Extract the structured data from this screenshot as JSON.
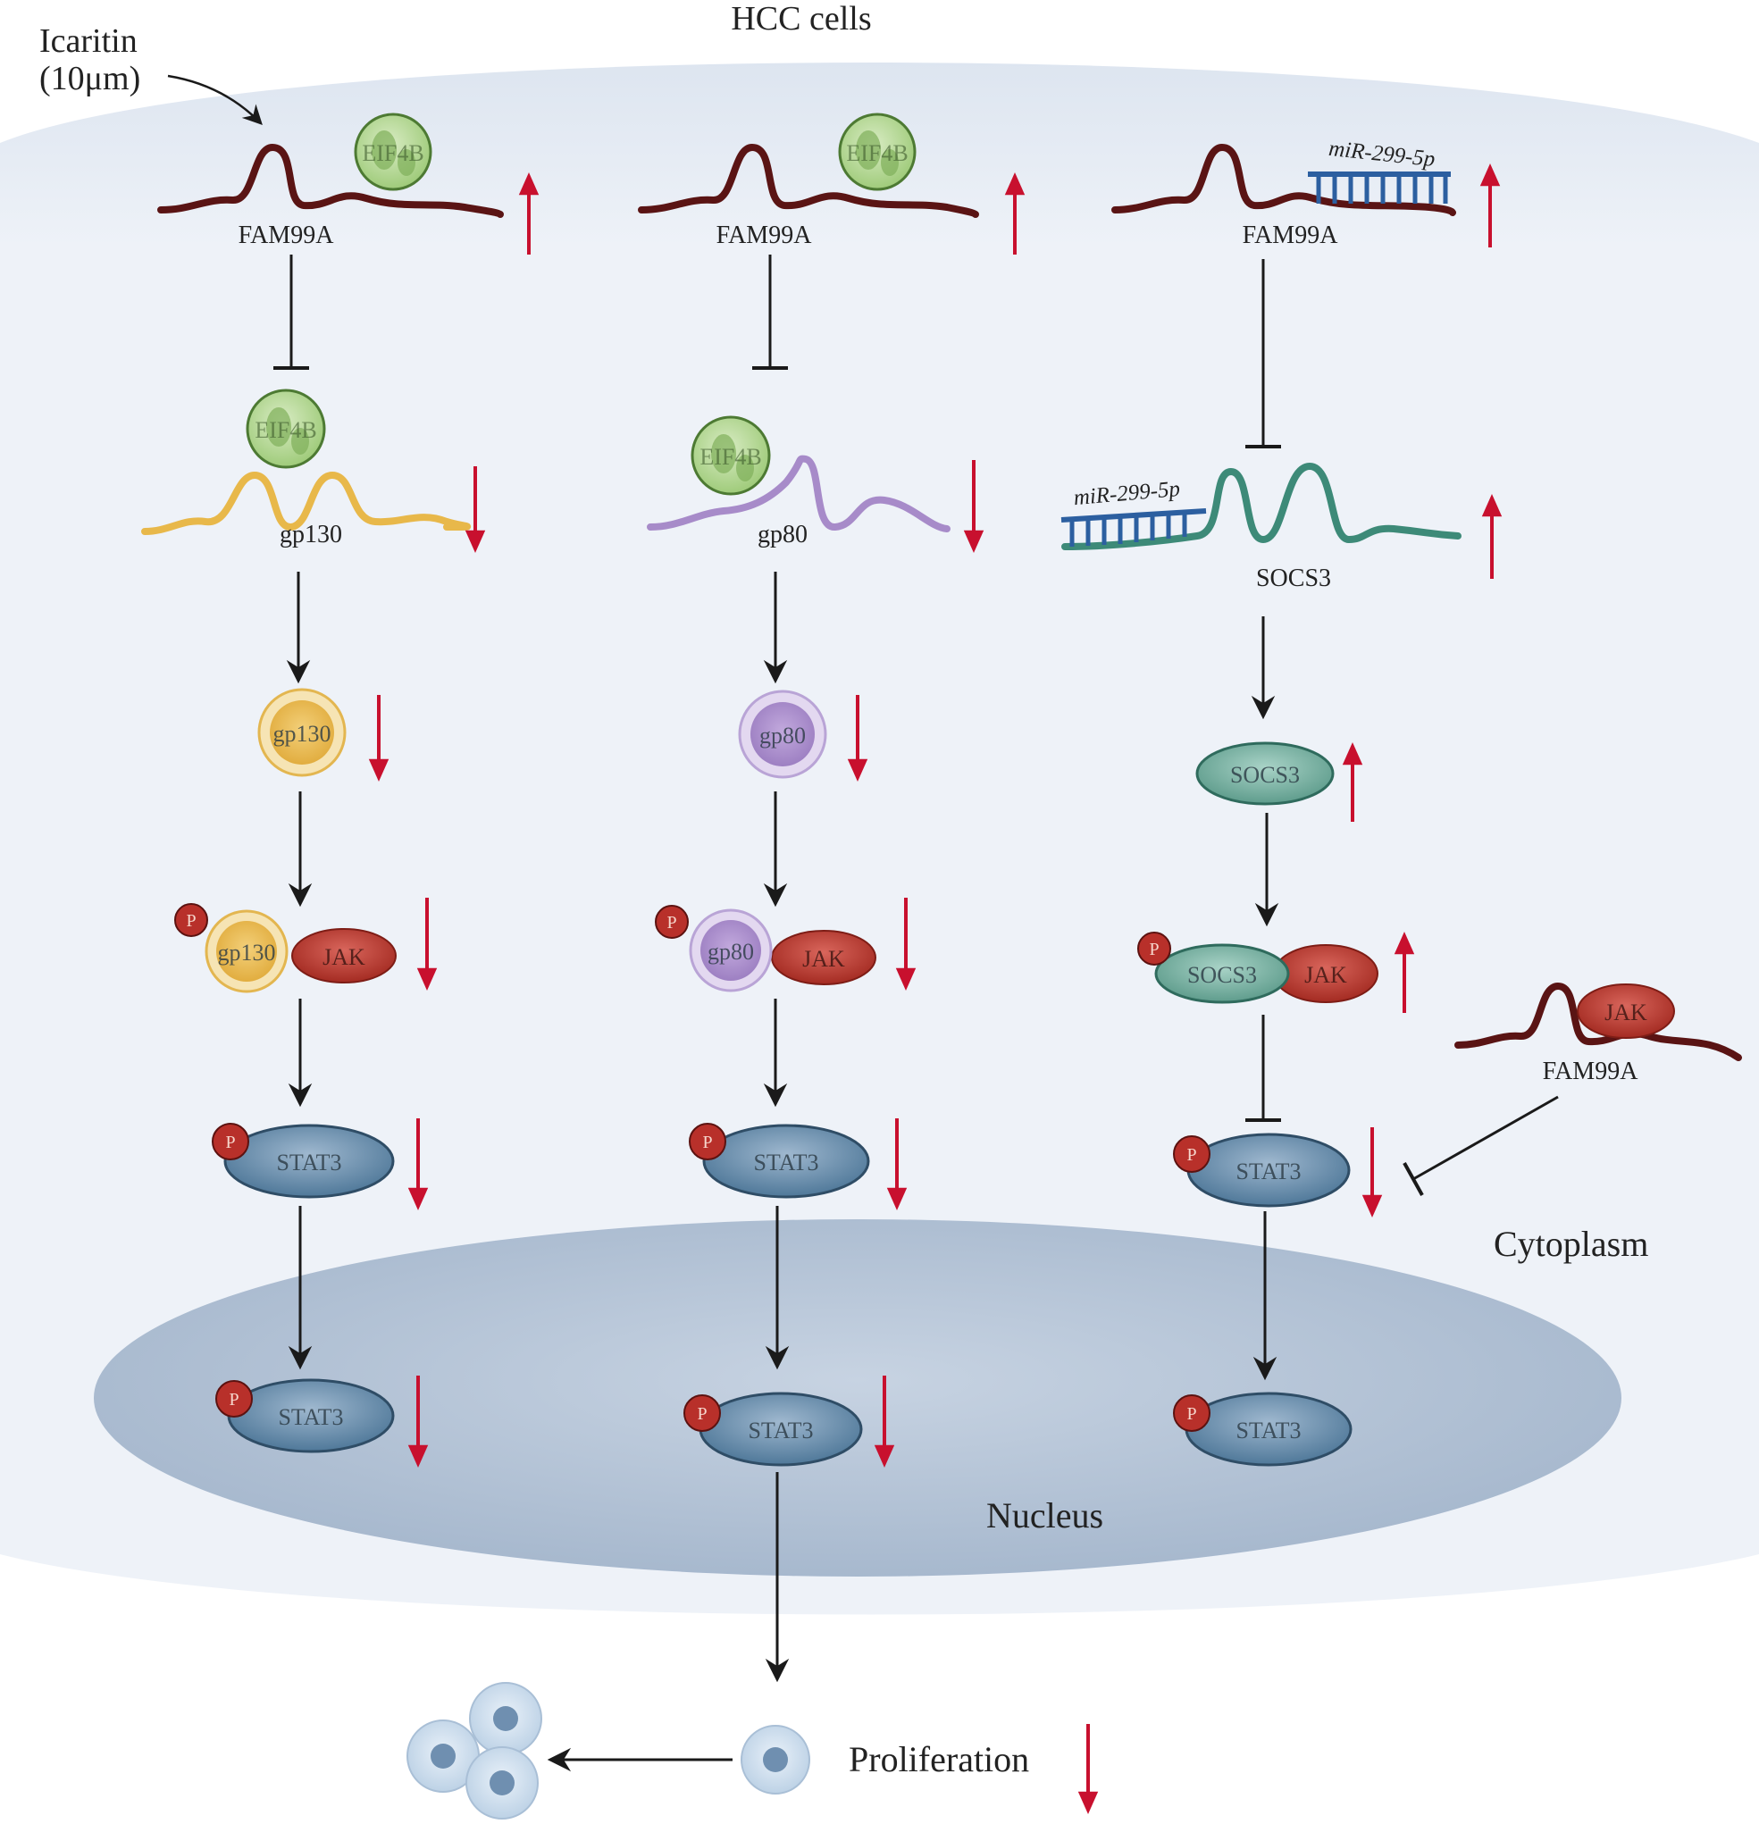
{
  "title": "HCC cells",
  "drug": {
    "line1": "Icaritin",
    "line2": "(10μm)"
  },
  "regions": {
    "cytoplasm": "Cytoplasm",
    "nucleus": "Nucleus"
  },
  "phospho_label": "P",
  "pathways": [
    {
      "lncrna": "FAM99A",
      "binder": "EIF4B",
      "lncrna_change": "up",
      "target_mrna": "gp130",
      "target_mrna_change": "down",
      "protein": "gp130",
      "protein_change": "down",
      "complex_protein": "gp130",
      "complex_kinase": "JAK",
      "complex_change": "down",
      "stat": "STAT3",
      "stat_change": "down",
      "nuclear_stat": "STAT3",
      "nuclear_change": "down"
    },
    {
      "lncrna": "FAM99A",
      "binder": "EIF4B",
      "lncrna_change": "up",
      "target_mrna": "gp80",
      "target_mrna_change": "down",
      "protein": "gp80",
      "protein_change": "down",
      "complex_protein": "gp80",
      "complex_kinase": "JAK",
      "complex_change": "down",
      "stat": "STAT3",
      "stat_change": "down",
      "nuclear_stat": "STAT3",
      "nuclear_change": "down"
    },
    {
      "lncrna": "FAM99A",
      "binder": "miR-299-5p",
      "lncrna_change": "up",
      "target_mrna": "SOCS3",
      "target_mrna_binder": "miR-299-5p",
      "target_mrna_change": "up",
      "protein": "SOCS3",
      "protein_change": "up",
      "complex_protein": "SOCS3",
      "complex_kinase": "JAK",
      "complex_change": "up",
      "stat": "STAT3",
      "stat_change": "down",
      "nuclear_stat": "STAT3"
    }
  ],
  "side_inhibitor": {
    "lncrna": "FAM99A",
    "kinase": "JAK"
  },
  "outcome": {
    "label": "Proliferation",
    "change": "down"
  },
  "colors": {
    "up_arrow": "#c8102e",
    "down_arrow": "#c8102e",
    "lncrna": "#5a1414",
    "gp130": "#e8b84a",
    "gp80": "#a78bc9",
    "socs3": "#5e9c8c",
    "jak": "#b8352c",
    "stat3": "#5f86a6",
    "eif4b": "#8fc06a",
    "mirna": "#2c5fa0",
    "phospho": "#b8302a",
    "cytoplasm": "#e7edf6",
    "nucleus": "#aebfd3"
  }
}
